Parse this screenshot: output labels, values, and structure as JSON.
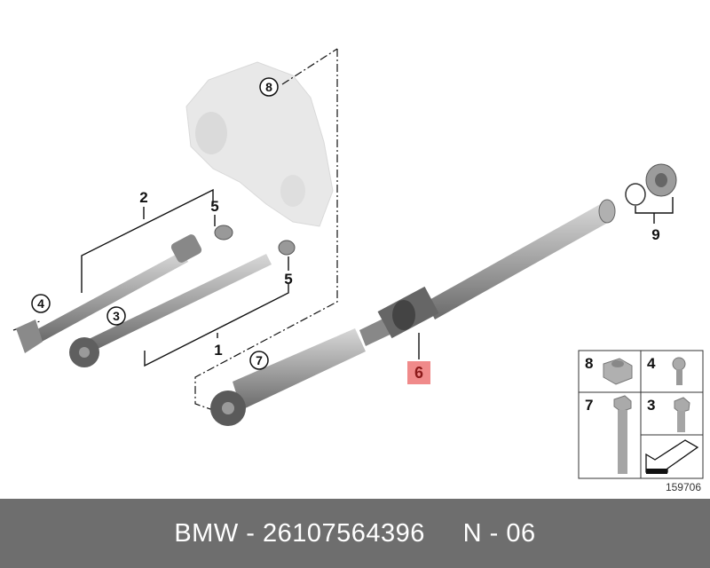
{
  "diagram": {
    "callouts": {
      "c1": "1",
      "c2": "2",
      "c3": "3",
      "c4": "4",
      "c5a": "5",
      "c5b": "5",
      "c6": "6",
      "c7": "7",
      "c8": "8",
      "c9": "9"
    },
    "legend": {
      "cells": [
        {
          "number": "8",
          "part": "nut-icon"
        },
        {
          "number": "4",
          "part": "flange-bolt-icon"
        },
        {
          "number": "7",
          "part": "long-bolt-icon"
        },
        {
          "number": "3",
          "part": "short-bolt-icon"
        }
      ],
      "arrow": "direction-arrow-icon"
    },
    "drawing_number": "159706",
    "highlight_color": "#f08a8a"
  },
  "footer": {
    "brand": "BMW",
    "part_number": "26107564396",
    "position": "N - 06",
    "text": "BMW - 26107564396     N - 06"
  }
}
